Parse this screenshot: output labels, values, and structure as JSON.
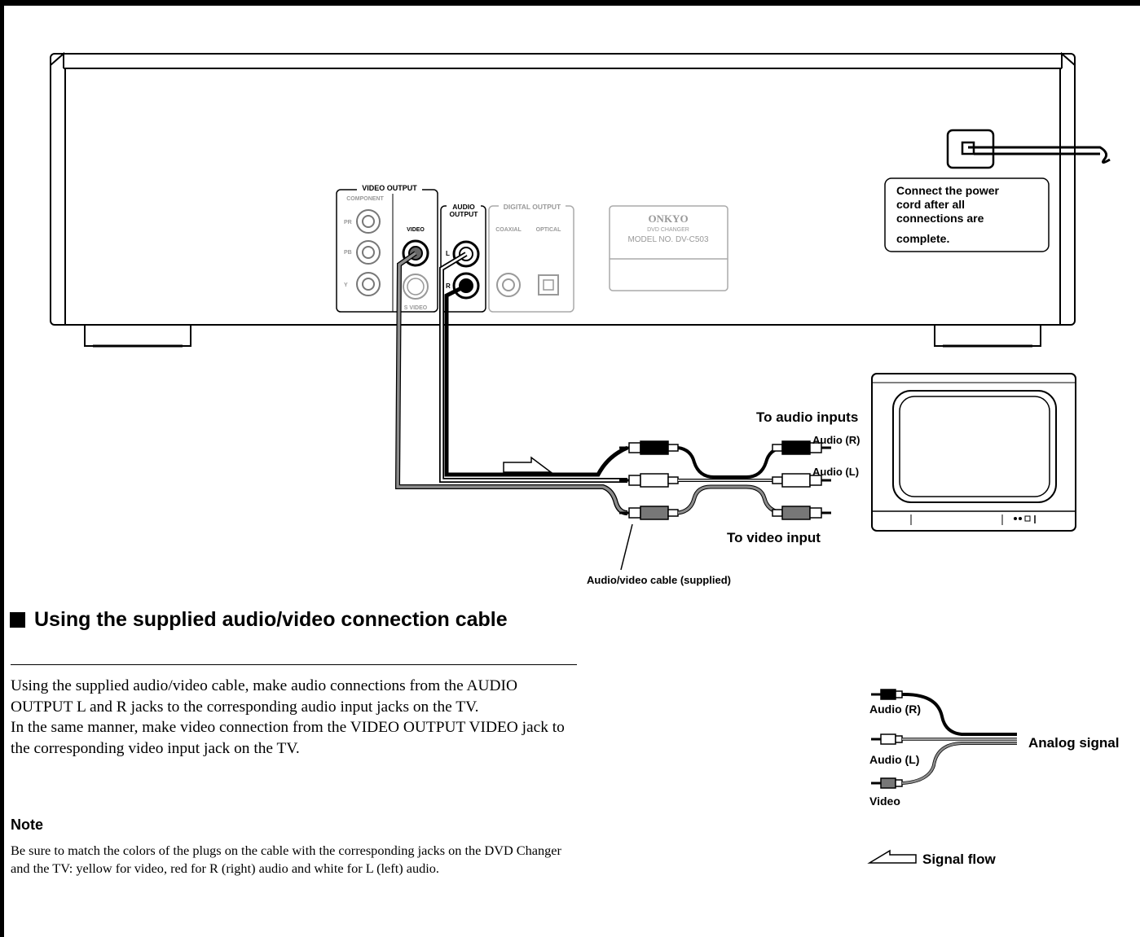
{
  "device": {
    "video_output_label": "VIDEO OUTPUT",
    "component_label": "COMPONENT",
    "pr_label": "PR",
    "pb_label": "PB",
    "y_label": "Y",
    "video_label": "VIDEO",
    "s_video_label": "S VIDEO",
    "audio_output_line1": "AUDIO",
    "audio_output_line2": "OUTPUT",
    "audio_l_label": "L",
    "audio_r_label": "R",
    "digital_output_label": "DIGITAL OUTPUT",
    "coaxial_label": "COAXIAL",
    "optical_label": "OPTICAL",
    "brand": "ONKYO",
    "product_type": "DVD CHANGER",
    "model": "MODEL NO. DV-C503"
  },
  "callouts": {
    "power_line1": "Connect the power",
    "power_line2": "cord after all",
    "power_line3": "connections are",
    "power_line4": "complete.",
    "to_audio_inputs": "To audio inputs",
    "audio_r": "Audio (R)",
    "audio_l": "Audio (L)",
    "to_video_input": "To video input",
    "cable_label": "Audio/video cable (supplied)"
  },
  "section": {
    "title": "Using the supplied audio/video connection cable",
    "paragraph1": "Using the supplied audio/video cable, make audio connections from the AUDIO OUTPUT L and R jacks to the corresponding audio input jacks on the TV.",
    "paragraph2": "In the same manner, make video connection from the VIDEO OUTPUT VIDEO jack to the corresponding video input jack on the TV.",
    "note_heading": "Note",
    "note_text": "Be sure to match the colors of the plugs on the cable with the corresponding jacks on the DVD Changer and the TV: yellow for video, red for R (right) audio and white for L (left) audio."
  },
  "legend": {
    "audio_r": "Audio (R)",
    "audio_l": "Audio (L)",
    "video": "Video",
    "analog_signal": "Analog signal",
    "signal_flow": "Signal flow"
  },
  "colors": {
    "ink": "#000000",
    "grey_cable": "#8c8c8c",
    "light_grey": "#bbbbbb"
  }
}
